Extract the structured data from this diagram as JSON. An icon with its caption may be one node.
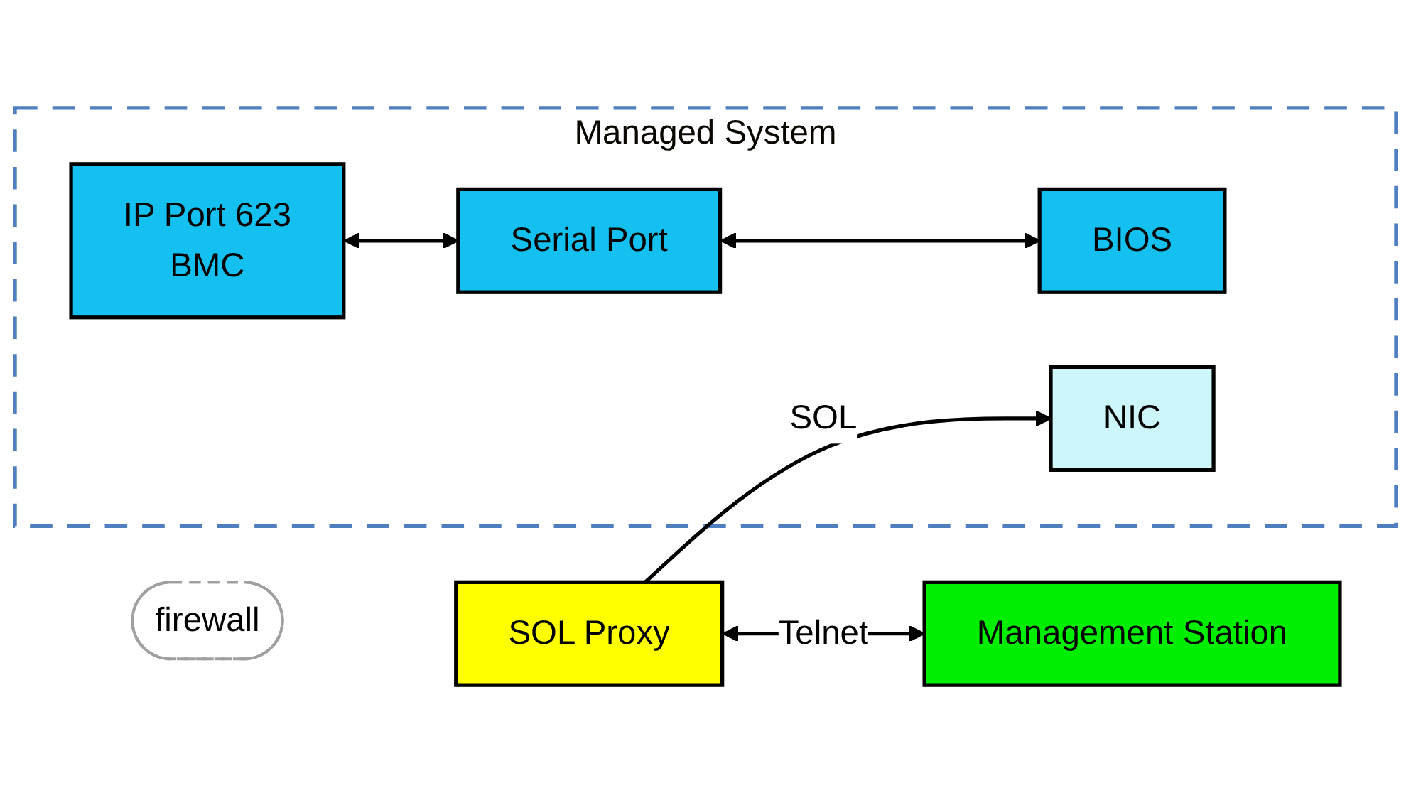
{
  "diagram": {
    "nodes": [
      {
        "text": [
          "SOL Proxy"
        ]
      },
      {
        "text": [
          "Management Station"
        ]
      },
      {
        "text": [
          "firewall"
        ]
      },
      {
        "text": [
          "Managed System"
        ]
      },
      {
        "text": [
          "NIC"
        ],
        "in": 3
      },
      {
        "text": [
          "IP Port 623",
          "BMC"
        ],
        "in": 3
      },
      {
        "text": [
          "Serial Port"
        ],
        "in": 3
      },
      {
        "text": [
          "BIOS"
        ],
        "in": 3
      }
    ],
    "edges": [
      {
        "from": 0,
        "to": 4,
        "arrow": "to",
        "label": "SOL"
      },
      {
        "from": 0,
        "to": 1,
        "arrow": "both",
        "label": "Telnet"
      },
      {
        "from": 5,
        "to": 6,
        "arrow": "both"
      },
      {
        "from": 6,
        "to": 7,
        "arrow": "both"
      }
    ]
  }
}
